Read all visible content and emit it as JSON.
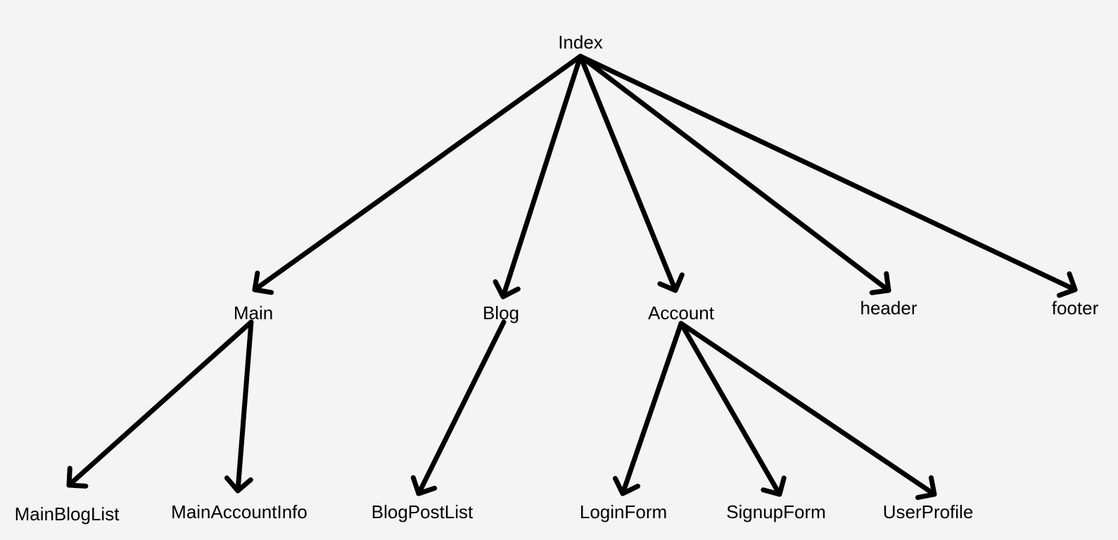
{
  "diagram": {
    "type": "tree",
    "colors": {
      "background": "#f4f4f4",
      "edge": "#000000",
      "text": "#000000"
    },
    "nodes": [
      {
        "id": "index",
        "label": "Index"
      },
      {
        "id": "main",
        "label": "Main"
      },
      {
        "id": "blog",
        "label": "Blog"
      },
      {
        "id": "account",
        "label": "Account"
      },
      {
        "id": "header",
        "label": "header"
      },
      {
        "id": "footer",
        "label": "footer"
      },
      {
        "id": "main-blog-list",
        "label": "MainBlogList"
      },
      {
        "id": "main-account-info",
        "label": "MainAccountInfo"
      },
      {
        "id": "blog-post-list",
        "label": "BlogPostList"
      },
      {
        "id": "login-form",
        "label": "LoginForm"
      },
      {
        "id": "signup-form",
        "label": "SignupForm"
      },
      {
        "id": "user-profile",
        "label": "UserProfile"
      }
    ],
    "edges": [
      {
        "from": "index",
        "to": "main"
      },
      {
        "from": "index",
        "to": "blog"
      },
      {
        "from": "index",
        "to": "account"
      },
      {
        "from": "index",
        "to": "header"
      },
      {
        "from": "index",
        "to": "footer"
      },
      {
        "from": "main",
        "to": "main-blog-list"
      },
      {
        "from": "main",
        "to": "main-account-info"
      },
      {
        "from": "blog",
        "to": "blog-post-list"
      },
      {
        "from": "account",
        "to": "login-form"
      },
      {
        "from": "account",
        "to": "signup-form"
      },
      {
        "from": "account",
        "to": "user-profile"
      }
    ]
  }
}
